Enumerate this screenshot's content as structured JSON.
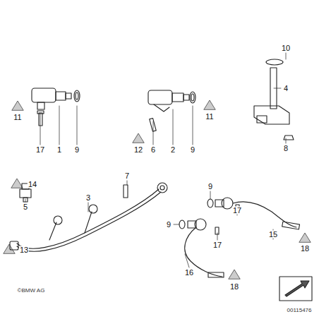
{
  "diagram": {
    "labels": [
      "10",
      "4",
      "11",
      "11",
      "17",
      "1",
      "9",
      "12",
      "6",
      "2",
      "9",
      "8",
      "14",
      "7",
      "9",
      "5",
      "3",
      "9",
      "17",
      "17",
      "15",
      "18",
      "13",
      "16",
      "18",
      "©BMW AG",
      "00115476"
    ]
  }
}
